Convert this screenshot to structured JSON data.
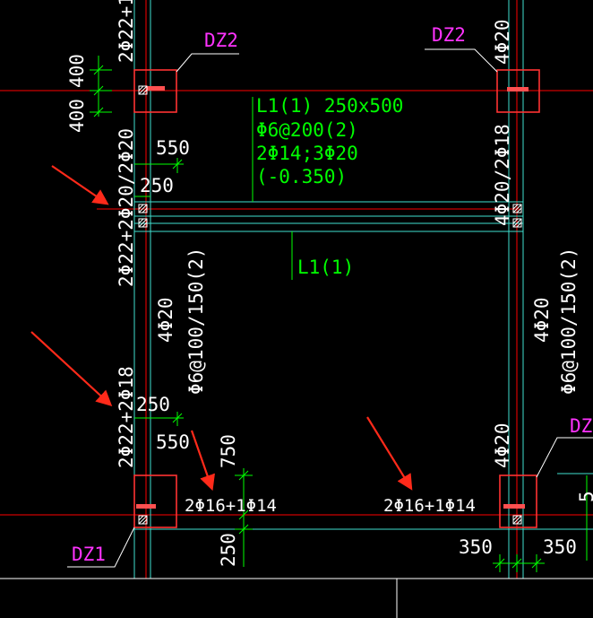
{
  "labels": {
    "dz2_left": "DZ2",
    "dz2_right": "DZ2",
    "dz1_left": "DZ1",
    "dz_right_cut": "DZ",
    "beam_name": "L1(1) 250x500",
    "beam_stirrup": "Φ6@200(2)",
    "beam_rebar": "2Φ14;3Φ20",
    "beam_offset": "(-0.350)",
    "beam_l1": "L1(1)",
    "top_left_rebar": "2Φ22+1",
    "top_right_rebar": "4Φ20",
    "dim_400_a": "400",
    "dim_400_b": "400",
    "dim_550_top": "550",
    "dim_250_top": "250",
    "left_rebar_upper": "2Φ22+2Φ20/2Φ20",
    "left_col_4phi20": "4Φ20",
    "left_col_stirrup": "Φ6@100/150(2)",
    "left_rebar_lower": "2Φ22+2Φ18",
    "dim_250_lower": "250",
    "dim_550_lower": "550",
    "dim_750": "750",
    "bottom_left_beam": "2Φ16+1Φ14",
    "bottom_mid_beam": "2Φ16+1Φ14",
    "dim_250_bottom": "250",
    "right_rebar_upper": "4Φ20/2Φ18",
    "right_col_4phi20": "4Φ20",
    "right_col_stirrup": "Φ6@100/150(2)",
    "right_lower_4phi20": "4Φ20",
    "dim_350_left": "350",
    "dim_350_right": "350",
    "right_edge_5": "5"
  },
  "colors": {
    "background": "#000000",
    "axis_red": "#ff0000",
    "beam_cyan": "#40e0d0",
    "dim_green": "#00ff00",
    "text_white": "#ffffff",
    "tag_magenta": "#ff33ff",
    "column_red": "#ff3333",
    "arrow_red": "#ff2a1a"
  },
  "annotation_arrows": 4
}
